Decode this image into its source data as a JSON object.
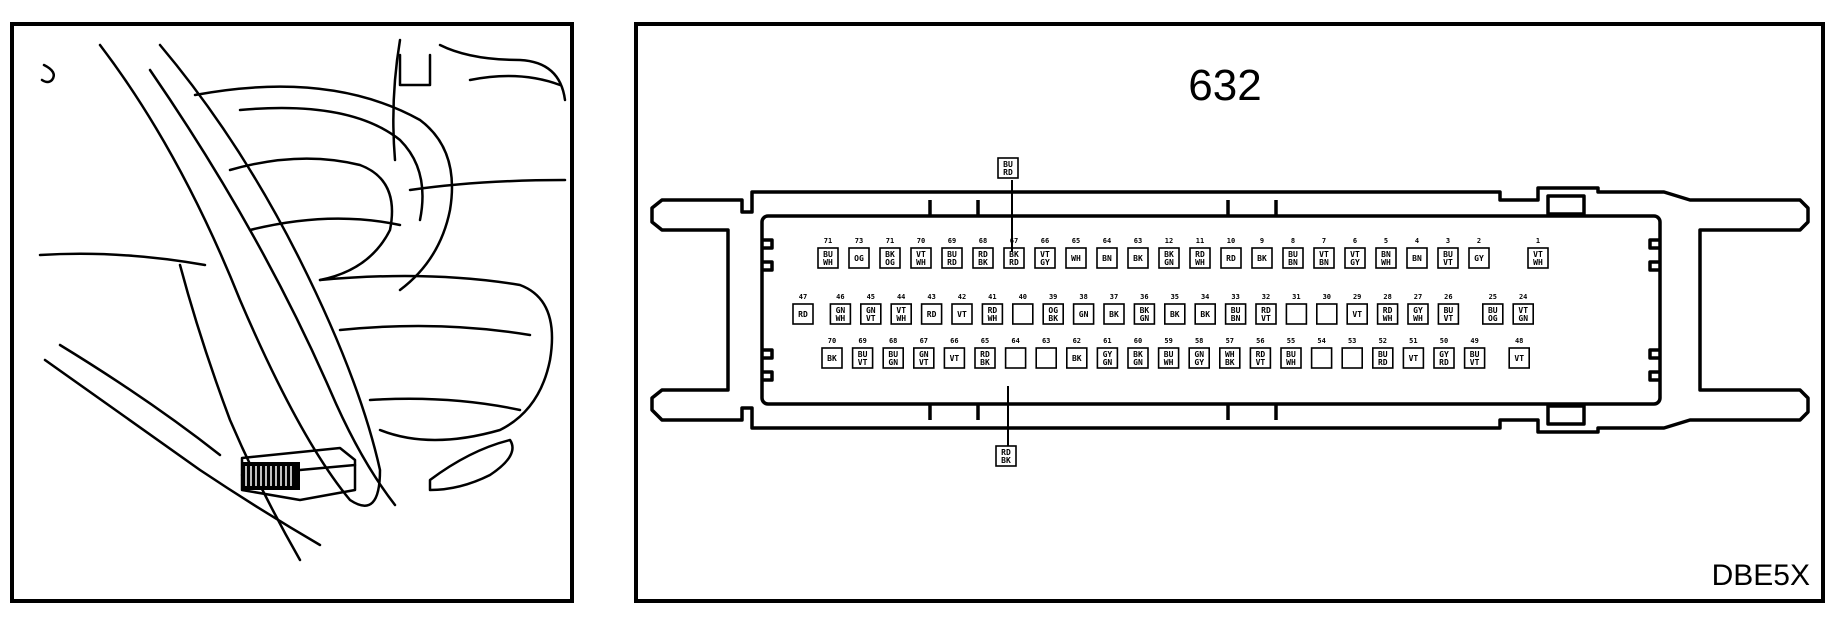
{
  "connector_title": "632",
  "figure_code": "DBE5X",
  "callout_top": {
    "lines": [
      "BU",
      "RD"
    ]
  },
  "callout_bottom": {
    "lines": [
      "RD",
      "BK"
    ]
  },
  "pin_rows": [
    [
      {
        "num": "71",
        "lines": [
          "BU",
          "WH"
        ]
      },
      {
        "num": "73",
        "lines": [
          "OG"
        ]
      },
      {
        "num": "71",
        "lines": [
          "BK",
          "OG"
        ]
      },
      {
        "num": "70",
        "lines": [
          "VT",
          "WH"
        ]
      },
      {
        "num": "69",
        "lines": [
          "BU",
          "RD"
        ]
      },
      {
        "num": "68",
        "lines": [
          "RD",
          "BK"
        ]
      },
      {
        "num": "67",
        "lines": [
          "BK",
          "RD"
        ]
      },
      {
        "num": "66",
        "lines": [
          "VT",
          "GY"
        ]
      },
      {
        "num": "65",
        "lines": [
          "WH"
        ]
      },
      {
        "num": "64",
        "lines": [
          "BN"
        ]
      },
      {
        "num": "63",
        "lines": [
          "BK"
        ]
      },
      {
        "num": "12",
        "lines": [
          "BK",
          "GN"
        ]
      },
      {
        "num": "11",
        "lines": [
          "RD",
          "WH"
        ]
      },
      {
        "num": "10",
        "lines": [
          "RD"
        ]
      },
      {
        "num": "9",
        "lines": [
          "BK"
        ]
      },
      {
        "num": "8",
        "lines": [
          "BU",
          "BN"
        ]
      },
      {
        "num": "7",
        "lines": [
          "VT",
          "BN"
        ]
      },
      {
        "num": "6",
        "lines": [
          "VT",
          "GY"
        ]
      },
      {
        "num": "5",
        "lines": [
          "BN",
          "WH"
        ]
      },
      {
        "num": "4",
        "lines": [
          "BN"
        ]
      },
      {
        "num": "3",
        "lines": [
          "BU",
          "VT"
        ]
      },
      {
        "num": "2",
        "lines": [
          "GY"
        ]
      },
      {
        "num": "1",
        "lines": [
          "VT",
          "WH"
        ]
      }
    ],
    [
      {
        "num": "47",
        "lines": [
          "RD"
        ]
      },
      {
        "num": "46",
        "lines": [
          "GN",
          "WH"
        ]
      },
      {
        "num": "45",
        "lines": [
          "GN",
          "VT"
        ]
      },
      {
        "num": "44",
        "lines": [
          "VT",
          "WH"
        ]
      },
      {
        "num": "43",
        "lines": [
          "RD"
        ]
      },
      {
        "num": "42",
        "lines": [
          "VT"
        ]
      },
      {
        "num": "41",
        "lines": [
          "RD",
          "WH"
        ]
      },
      {
        "num": "40",
        "lines": []
      },
      {
        "num": "39",
        "lines": [
          "OG",
          "BK"
        ]
      },
      {
        "num": "38",
        "lines": [
          "GN"
        ]
      },
      {
        "num": "37",
        "lines": [
          "BK"
        ]
      },
      {
        "num": "36",
        "lines": [
          "BK",
          "GN"
        ]
      },
      {
        "num": "35",
        "lines": [
          "BK"
        ]
      },
      {
        "num": "34",
        "lines": [
          "BK"
        ]
      },
      {
        "num": "33",
        "lines": [
          "BU",
          "BN"
        ]
      },
      {
        "num": "32",
        "lines": [
          "RD",
          "VT"
        ]
      },
      {
        "num": "31",
        "lines": []
      },
      {
        "num": "30",
        "lines": []
      },
      {
        "num": "29",
        "lines": [
          "VT"
        ]
      },
      {
        "num": "28",
        "lines": [
          "RD",
          "WH"
        ]
      },
      {
        "num": "27",
        "lines": [
          "GY",
          "WH"
        ]
      },
      {
        "num": "26",
        "lines": [
          "BU",
          "VT"
        ]
      },
      {
        "num": "25",
        "lines": [
          "BU",
          "OG"
        ]
      },
      {
        "num": "24",
        "lines": [
          "VT",
          "GN"
        ]
      }
    ],
    [
      {
        "num": "70",
        "lines": [
          "BK"
        ]
      },
      {
        "num": "69",
        "lines": [
          "BU",
          "VT"
        ]
      },
      {
        "num": "68",
        "lines": [
          "BU",
          "GN"
        ]
      },
      {
        "num": "67",
        "lines": [
          "GN",
          "VT"
        ]
      },
      {
        "num": "66",
        "lines": [
          "VT"
        ]
      },
      {
        "num": "65",
        "lines": [
          "RD",
          "BK"
        ]
      },
      {
        "num": "64",
        "lines": []
      },
      {
        "num": "63",
        "lines": []
      },
      {
        "num": "62",
        "lines": [
          "BK"
        ]
      },
      {
        "num": "61",
        "lines": [
          "GY",
          "GN"
        ]
      },
      {
        "num": "60",
        "lines": [
          "BK",
          "GN"
        ]
      },
      {
        "num": "59",
        "lines": [
          "BU",
          "WH"
        ]
      },
      {
        "num": "58",
        "lines": [
          "GN",
          "GY"
        ]
      },
      {
        "num": "57",
        "lines": [
          "WH",
          "BK"
        ]
      },
      {
        "num": "56",
        "lines": [
          "RD",
          "VT"
        ]
      },
      {
        "num": "55",
        "lines": [
          "BU",
          "WH"
        ]
      },
      {
        "num": "54",
        "lines": []
      },
      {
        "num": "53",
        "lines": []
      },
      {
        "num": "52",
        "lines": [
          "BU",
          "RD"
        ]
      },
      {
        "num": "51",
        "lines": [
          "VT"
        ]
      },
      {
        "num": "50",
        "lines": [
          "GY",
          "RD"
        ]
      },
      {
        "num": "49",
        "lines": [
          "BU",
          "VT"
        ]
      },
      {
        "num": "48",
        "lines": [
          "VT"
        ]
      }
    ]
  ]
}
